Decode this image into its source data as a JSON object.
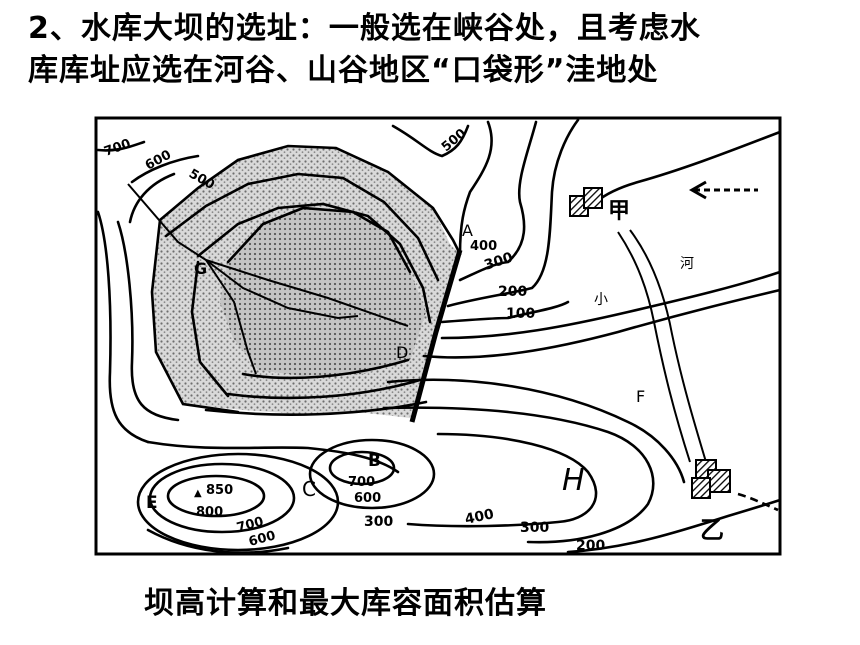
{
  "heading": {
    "line1": "2、水库大坝的选址：一般选在峡谷处，且考虑水",
    "line2": "库库址应选在河谷、山谷地区“口袋形”洼地处"
  },
  "map": {
    "contour_labels": [
      "700",
      "600",
      "500",
      "500",
      "400",
      "300",
      "200",
      "100",
      "300",
      "400",
      "300",
      "200",
      "700",
      "600",
      "850",
      "800",
      "700",
      "600"
    ],
    "point_labels": {
      "A": "A",
      "B": "B",
      "C": "C",
      "D": "D",
      "E": "E",
      "F": "F",
      "G": "G",
      "H": "H"
    },
    "town_jia": "甲",
    "town_yi": "乙",
    "river_char": "河",
    "river_small": "小",
    "spot_height_prefix": "▲"
  },
  "caption": "坝高计算和最大库容面积估算"
}
